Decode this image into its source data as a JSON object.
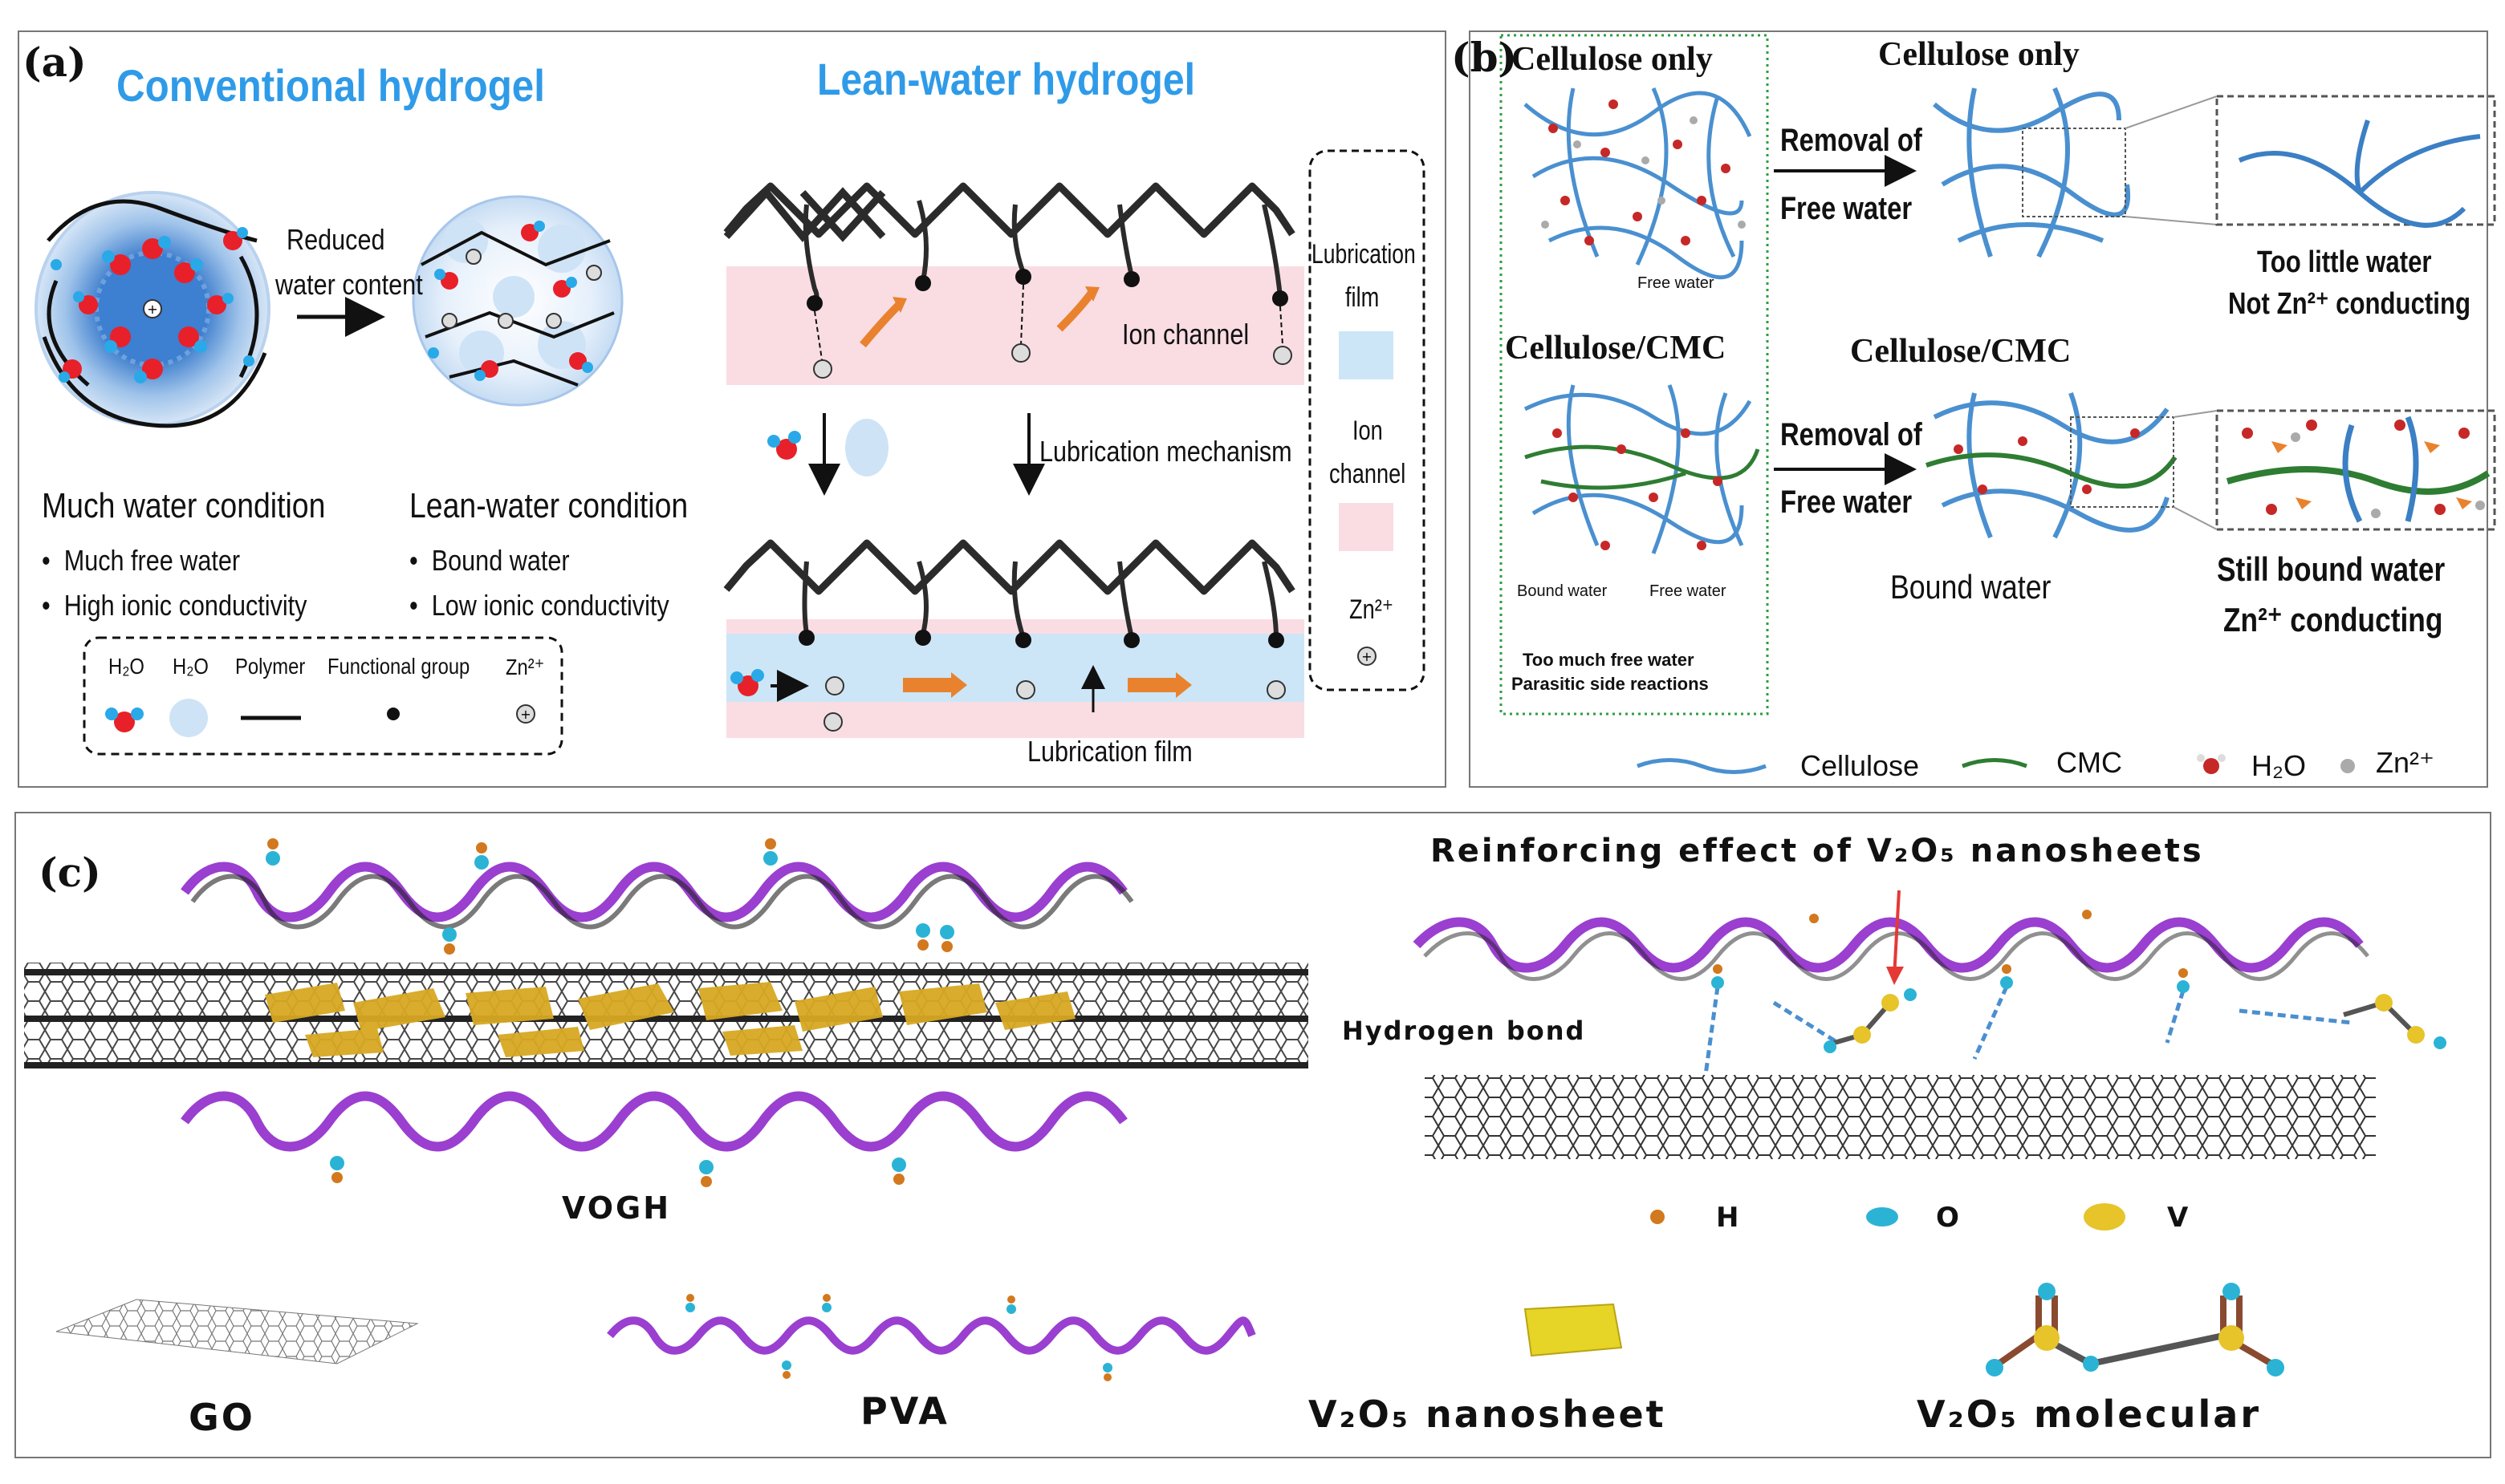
{
  "panel_a": {
    "letter": "(a)",
    "title_conventional": "Conventional hydrogel",
    "title_lean": "Lean-water hydrogel",
    "arrow_label_1": "Reduced",
    "arrow_label_2": "water content",
    "much_water_heading": "Much water condition",
    "much_water_bullets": [
      "Much free water",
      "High ionic conductivity"
    ],
    "lean_water_heading": "Lean-water condition",
    "lean_water_bullets": [
      "Bound water",
      "Low ionic conductivity"
    ],
    "bullet_char": "•",
    "legend": {
      "h2o_1": "H₂O",
      "h2o_2": "H₂O",
      "polymer": "Polymer",
      "functional_group": "Functional group",
      "zn": "Zn²⁺"
    },
    "ion_channel_label": "Ion channel",
    "lubrication_mechanism": "Lubrication mechanism",
    "lubrication_film_label": "Lubrication film",
    "side_legend": {
      "lubrication_film_1": "Lubrication",
      "lubrication_film_2": "film",
      "ion_channel_1": "Ion",
      "ion_channel_2": "channel",
      "zn": "Zn²⁺"
    },
    "colors": {
      "title": "#2f9be8",
      "pink": "#f9dde3",
      "lightblue": "#cce6f7",
      "orange": "#e9822e",
      "water_red": "#e8202a",
      "water_blue": "#29a9e8"
    }
  },
  "panel_b": {
    "letter": "(b)",
    "top_left_title": "Cellulose only",
    "top_right_title": "Cellulose only",
    "removal_1": "Removal of",
    "removal_2": "Free water",
    "free_water_small": "Free water",
    "too_little_1": "Too little water",
    "too_little_2": "Not Zn²⁺ conducting",
    "mid_left_title": "Cellulose/CMC",
    "mid_right_title": "Cellulose/CMC",
    "removal_3": "Removal of",
    "removal_4": "Free water",
    "bound_water_small": "Bound water",
    "free_water_small_2": "Free water",
    "bound_water_label": "Bound water",
    "still_bound_1": "Still bound water",
    "still_bound_2": "Zn²⁺ conducting",
    "too_much_1": "Too much free water",
    "too_much_2": "Parasitic side reactions",
    "legend": {
      "cellulose": "Cellulose",
      "cmc": "CMC",
      "h2o": "H₂O",
      "zn": "Zn²⁺"
    },
    "colors": {
      "cellulose": "#4a90d0",
      "cmc": "#2e7d32",
      "dotted_box": "#2e9e3e"
    }
  },
  "panel_c": {
    "letter": "(c)",
    "reinforcing_title": "Reinforcing effect of V₂O₅ nanosheets",
    "hydrogen_bond": "Hydrogen bond",
    "vogh": "VOGH",
    "atom_legend": [
      {
        "symbol": "H",
        "color": "#d2781e"
      },
      {
        "symbol": "O",
        "color": "#2bb3d6"
      },
      {
        "symbol": "V",
        "color": "#e6c42a"
      }
    ],
    "bottom_labels": {
      "go": "GO",
      "pva": "PVA",
      "nanosheet": "V₂O₅ nanosheet",
      "molecular": "V₂O₅ molecular"
    },
    "colors": {
      "pva": "#9a3fd0",
      "sheet": "#d8a822",
      "graphene": "#222222"
    }
  }
}
